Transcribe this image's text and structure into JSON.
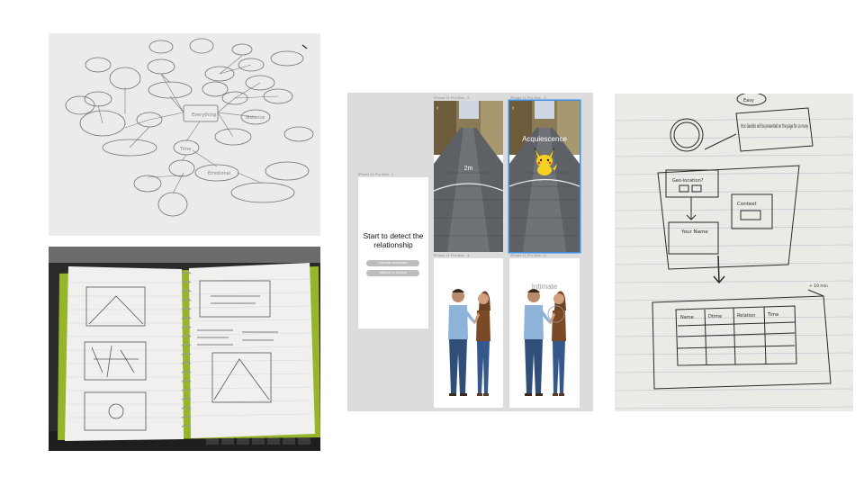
{
  "board": {
    "frames": [
      {
        "label": "iPhone 11 Pro Max - 1",
        "title": "Start to detect the relationship",
        "buttons": [
          "Calculate as Number",
          "Instance on Number"
        ]
      },
      {
        "label": "iPhone 11 Pro Max - 2",
        "distance": "2m"
      },
      {
        "label": "iPhone 11 Pro Max - 3",
        "relationship": "Acquiescence"
      },
      {
        "label": "iPhone 11 Pro Max - 4"
      },
      {
        "label": "iPhone 11 Pro Max - 5",
        "relationship": "Intimate"
      }
    ]
  },
  "sketches": {
    "mindmap": {
      "center": "Everything",
      "node_time": "Time",
      "node_distance": "distance",
      "node_emotional": "Emotional"
    },
    "wireframe": {
      "badge": "Easy",
      "note": "Your Geoloto will be presented on the page for so many",
      "box_location": "Geo-location?",
      "box_name": "Your Name",
      "box_context": "Context",
      "table_headers": [
        "Name",
        "Dtime",
        "Relation",
        "Time"
      ],
      "side_note": "+ 10 min"
    }
  },
  "colors": {
    "board_bg": "#dcdcdc",
    "selected_frame_border": "#3d8ee6",
    "paper": "#f1f0ee",
    "notebook_green": "#97b52a"
  }
}
